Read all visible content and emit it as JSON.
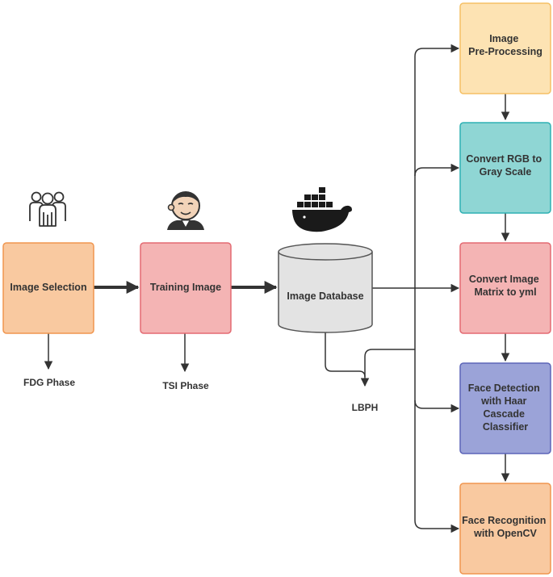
{
  "nodes": {
    "image_selection": {
      "label": "Image Selection",
      "fill": "#f9c9a0",
      "stroke": "#f0964f"
    },
    "training_image": {
      "label": "Training Image",
      "fill": "#f4b4b4",
      "stroke": "#e36a72"
    },
    "image_database": {
      "label": "Image Database",
      "fill": "#e3e3e3",
      "stroke": "#555555"
    },
    "pre_processing": {
      "lines": [
        "Image",
        "Pre-Processing"
      ],
      "fill": "#fde3b3",
      "stroke": "#f5c065"
    },
    "convert_rgb": {
      "lines": [
        "Convert RGB to",
        "Gray Scale"
      ],
      "fill": "#8fd6d4",
      "stroke": "#2eb1b3"
    },
    "convert_matrix": {
      "lines": [
        "Convert Image",
        "Matrix to yml"
      ],
      "fill": "#f4b4b4",
      "stroke": "#e36a72"
    },
    "face_detection": {
      "lines": [
        "Face Detection",
        "with Haar",
        "Cascade",
        "Classifier"
      ],
      "fill": "#9ba3d8",
      "stroke": "#5c65b8"
    },
    "face_recognition": {
      "lines": [
        "Face Recognition",
        "with OpenCV"
      ],
      "fill": "#f9c9a0",
      "stroke": "#f0964f"
    }
  },
  "labels": {
    "fdg_phase": "FDG Phase",
    "tsi_phase": "TSI Phase",
    "lbph": "LBPH"
  },
  "icons": {
    "users": "users-group-icon",
    "jenkins": "jenkins-butler-icon",
    "docker": "docker-whale-icon"
  }
}
